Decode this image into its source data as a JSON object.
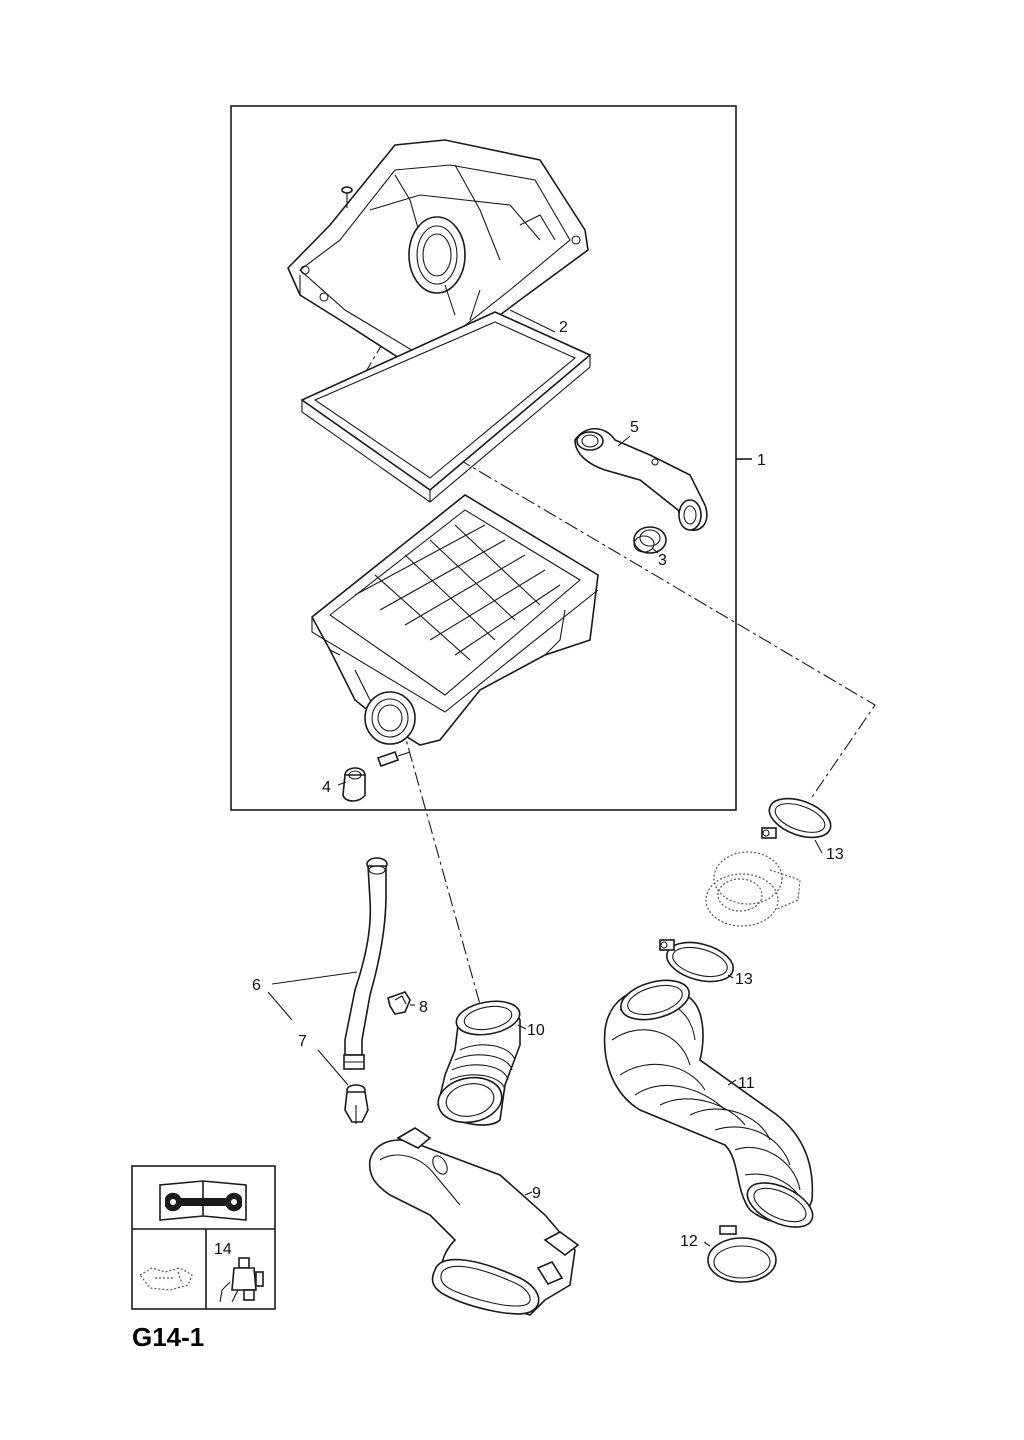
{
  "page_code": "G14-1",
  "colors": {
    "line": "#1a1a1a",
    "background": "#ffffff"
  },
  "legend": {
    "top_icon": "repair-manual-icon",
    "left_icon": "dotted-part-reference-icon",
    "right_number": "14",
    "right_icon": "actuator-valve-icon"
  },
  "callouts": [
    {
      "id": "1",
      "text": "1"
    },
    {
      "id": "2",
      "text": "2"
    },
    {
      "id": "3",
      "text": "3"
    },
    {
      "id": "4",
      "text": "4"
    },
    {
      "id": "5",
      "text": "5"
    },
    {
      "id": "6",
      "text": "6"
    },
    {
      "id": "7",
      "text": "7"
    },
    {
      "id": "8",
      "text": "8"
    },
    {
      "id": "9",
      "text": "9"
    },
    {
      "id": "10",
      "text": "10"
    },
    {
      "id": "11",
      "text": "11"
    },
    {
      "id": "12",
      "text": "12"
    },
    {
      "id": "13a",
      "text": "13"
    },
    {
      "id": "13b",
      "text": "13"
    }
  ]
}
